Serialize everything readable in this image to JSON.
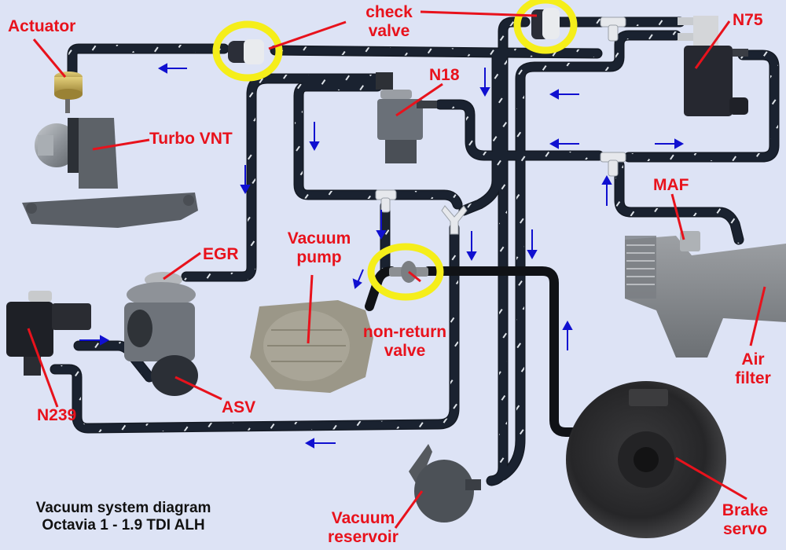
{
  "title": {
    "line1": "Vacuum system diagram",
    "line2": "Octavia 1 - 1.9 TDI ALH"
  },
  "colors": {
    "background": "#dde3f5",
    "label": "#e8121c",
    "flow_arrow": "#1010d0",
    "highlight": "#f5ee1a",
    "hose": "#1a2230",
    "hose_stripe": "#e8ecf0"
  },
  "labels": {
    "actuator": "Actuator",
    "turbo_vnt": "Turbo VNT",
    "check_valve_1": "check",
    "check_valve_2": "valve",
    "n18": "N18",
    "n75": "N75",
    "maf": "MAF",
    "egr": "EGR",
    "vacuum_pump_1": "Vacuum",
    "vacuum_pump_2": "pump",
    "non_return_1": "non-return",
    "non_return_2": "valve",
    "n239": "N239",
    "asv": "ASV",
    "air_filter_1": "Air",
    "air_filter_2": "filter",
    "vacuum_reservoir_1": "Vacuum",
    "vacuum_reservoir_2": "reservoir",
    "brake_servo_1": "Brake",
    "brake_servo_2": "servo"
  },
  "components": [
    {
      "id": "actuator",
      "name": "Actuator"
    },
    {
      "id": "turbo",
      "name": "Turbo VNT"
    },
    {
      "id": "check-valve-a",
      "name": "check valve",
      "highlighted": true
    },
    {
      "id": "check-valve-b",
      "name": "check valve",
      "highlighted": true
    },
    {
      "id": "n18",
      "name": "N18"
    },
    {
      "id": "n75",
      "name": "N75"
    },
    {
      "id": "maf",
      "name": "MAF"
    },
    {
      "id": "air-filter",
      "name": "Air filter"
    },
    {
      "id": "egr",
      "name": "EGR"
    },
    {
      "id": "asv",
      "name": "ASV"
    },
    {
      "id": "n239",
      "name": "N239"
    },
    {
      "id": "vacuum-pump",
      "name": "Vacuum pump"
    },
    {
      "id": "non-return-valve",
      "name": "non-return valve",
      "highlighted": true
    },
    {
      "id": "vacuum-reservoir",
      "name": "Vacuum reservoir"
    },
    {
      "id": "brake-servo",
      "name": "Brake servo"
    }
  ],
  "flow_arrows": [
    {
      "id": "top-left",
      "direction": "left"
    },
    {
      "id": "turbo-right-down",
      "direction": "down"
    },
    {
      "id": "n18-left-down",
      "direction": "down"
    },
    {
      "id": "center-top-down",
      "direction": "down"
    },
    {
      "id": "n75-left-upper",
      "direction": "left"
    },
    {
      "id": "n75-left-lower",
      "direction": "left"
    },
    {
      "id": "n75-right",
      "direction": "right"
    },
    {
      "id": "maf-up",
      "direction": "up"
    },
    {
      "id": "tee-down",
      "direction": "down"
    },
    {
      "id": "y-down",
      "direction": "down"
    },
    {
      "id": "mid-down",
      "direction": "down"
    },
    {
      "id": "pump-diag",
      "direction": "down-left"
    },
    {
      "id": "servo-up",
      "direction": "up"
    },
    {
      "id": "n239-right",
      "direction": "right"
    },
    {
      "id": "bottom-left",
      "direction": "left"
    }
  ]
}
